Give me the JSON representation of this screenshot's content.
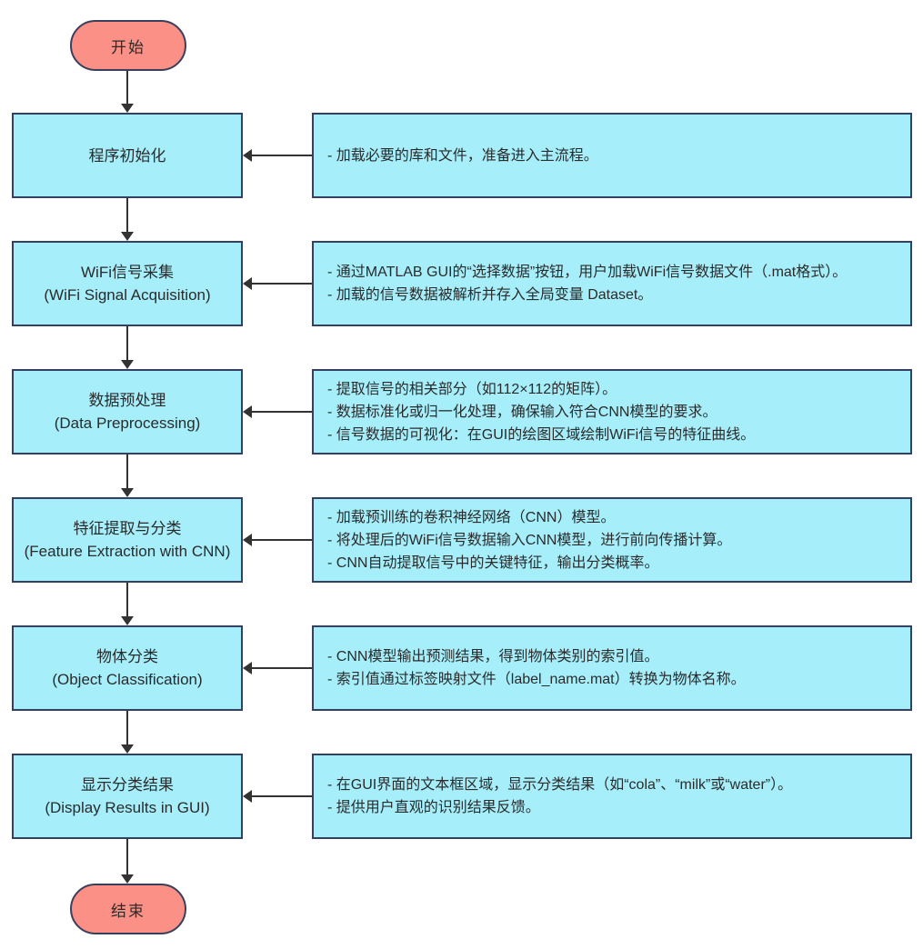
{
  "flow": {
    "start_label": "开始",
    "end_label": "结束",
    "steps": [
      {
        "title": "程序初始化",
        "notes": [
          "- 加载必要的库和文件，准备进入主流程。"
        ]
      },
      {
        "title": "WiFi信号采集",
        "subtitle": "(WiFi Signal Acquisition)",
        "notes": [
          "- 通过MATLAB GUI的“选择数据”按钮，用户加载WiFi信号数据文件（.mat格式）。",
          "- 加载的信号数据被解析并存入全局变量 Dataset。"
        ]
      },
      {
        "title": "数据预处理",
        "subtitle": "(Data Preprocessing)",
        "notes": [
          "- 提取信号的相关部分（如112×112的矩阵）。",
          "- 数据标准化或归一化处理，确保输入符合CNN模型的要求。",
          "- 信号数据的可视化：在GUI的绘图区域绘制WiFi信号的特征曲线。"
        ]
      },
      {
        "title": "特征提取与分类",
        "subtitle": "(Feature Extraction with CNN)",
        "notes": [
          "- 加载预训练的卷积神经网络（CNN）模型。",
          "- 将处理后的WiFi信号数据输入CNN模型，进行前向传播计算。",
          "- CNN自动提取信号中的关键特征，输出分类概率。"
        ]
      },
      {
        "title": "物体分类",
        "subtitle": "(Object Classification)",
        "notes": [
          "- CNN模型输出预测结果，得到物体类别的索引值。",
          "- 索引值通过标签映射文件（label_name.mat）转换为物体名称。"
        ]
      },
      {
        "title": "显示分类结果",
        "subtitle": "(Display Results in GUI)",
        "notes": [
          "- 在GUI界面的文本框区域，显示分类结果（如“cola”、“milk”或“water”）。",
          "- 提供用户直观的识别结果反馈。"
        ]
      }
    ],
    "colors": {
      "terminal_fill": "#FB9186",
      "process_fill": "#A5EEFA",
      "border": "#344061",
      "arrow": "#333333",
      "background": "#FFFFFF"
    }
  }
}
